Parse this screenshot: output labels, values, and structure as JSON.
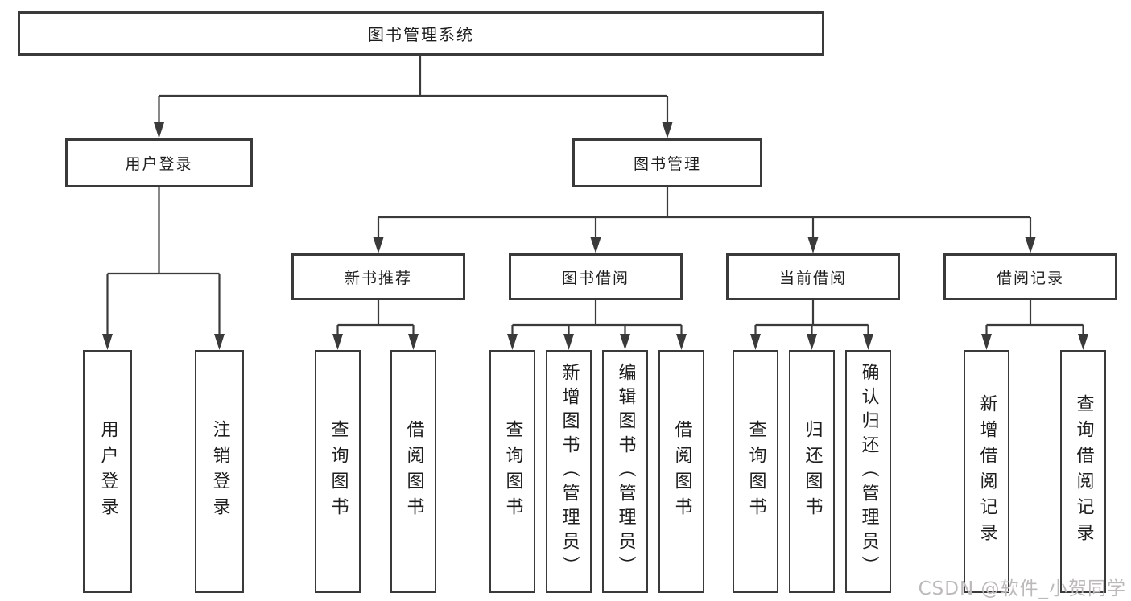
{
  "colors": {
    "line": "#3a3a3a",
    "box_border": "#3a3a3a",
    "box_fill": "#ffffff",
    "text": "#1e1e1e",
    "watermark": "#bcb9b9",
    "background": "#ffffff"
  },
  "nodes": {
    "root": "图书管理系统",
    "user_login": "用户登录",
    "book_management": "图书管理",
    "new_book_recommend": "新书推荐",
    "book_borrowing": "图书借阅",
    "current_borrowing": "当前借阅",
    "borrowing_records": "借阅记录",
    "ul_user_login": "用户登录",
    "ul_logout": "注销登录",
    "nr_query_books": "查询图书",
    "nr_borrow_books": "借阅图书",
    "bb_query_books": "查询图书",
    "bb_add_books": "新增图书（管理员）",
    "bb_edit_books": "编辑图书（管理员）",
    "bb_borrow_books": "借阅图书",
    "cb_query_books": "查询图书",
    "cb_return_books": "归还图书",
    "cb_confirm_return": "确认归还（管理员）",
    "br_add_record": "新增借阅记录",
    "br_query_record": "查询借阅记录"
  },
  "watermark": "CSDN @软件_小贺同学"
}
